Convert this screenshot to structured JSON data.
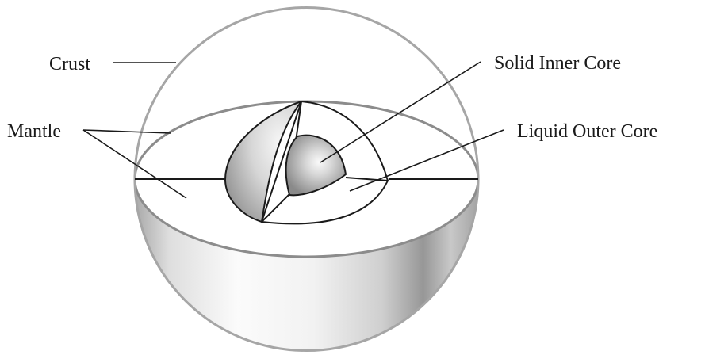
{
  "labels": {
    "crust": "Crust",
    "mantle": "Mantle",
    "solid_inner_core": "Solid Inner Core",
    "liquid_outer_core": "Liquid Outer Core"
  },
  "colors": {
    "shell_outline": "#a6a6a6",
    "line": "#1a1a1a",
    "background": "#ffffff"
  }
}
